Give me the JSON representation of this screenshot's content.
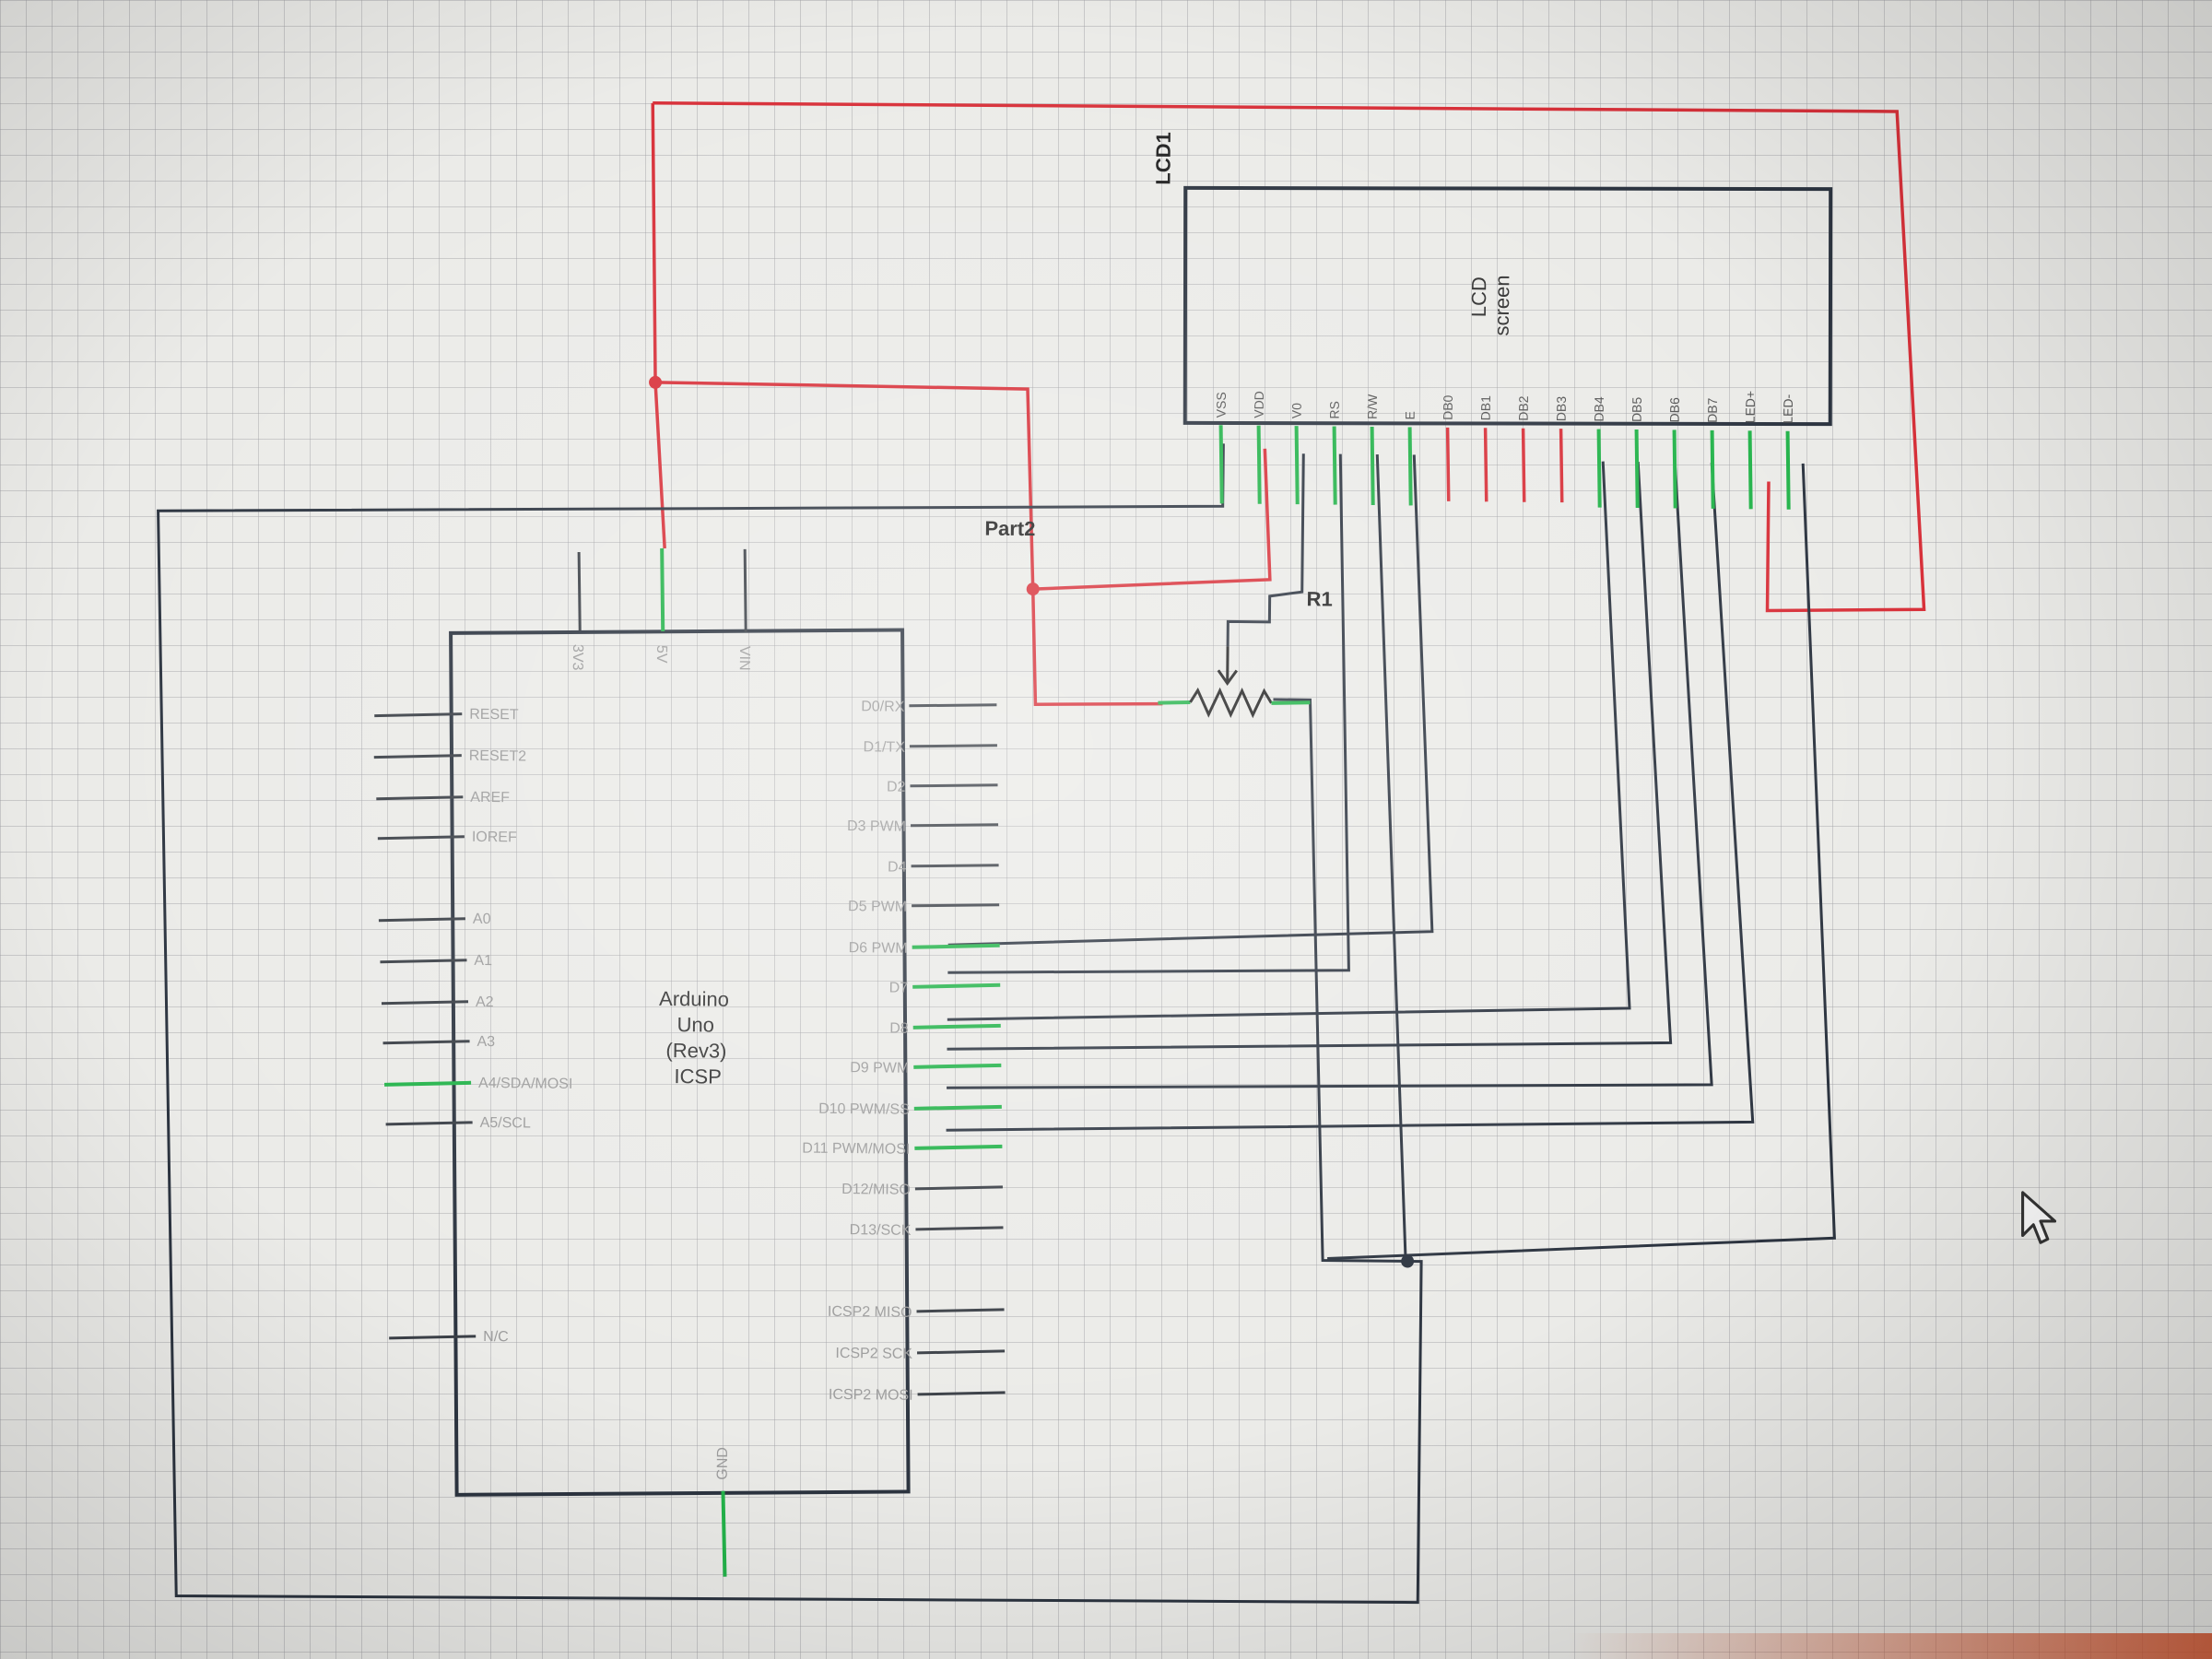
{
  "arduino": {
    "name": "Part2",
    "title_lines": [
      "Arduino",
      "Uno",
      "(Rev3)",
      "ICSP"
    ],
    "top_pins": [
      "3V3",
      "5V",
      "VIN"
    ],
    "left_pins": [
      "RESET",
      "RESET2",
      "AREF",
      "IOREF",
      "A0",
      "A1",
      "A2",
      "A3",
      "A4/SDA/MOSI",
      "A5/SCL",
      "N/C"
    ],
    "right_pins": [
      "D0/RX",
      "D1/TX",
      "D2",
      "D3 PWM",
      "D4",
      "D5 PWM",
      "D6 PWM",
      "D7",
      "D8",
      "D9 PWM",
      "D10 PWM/SS",
      "D11 PWM/MOSI",
      "D12/MISO",
      "D13/SCK",
      "ICSP2 MISO",
      "ICSP2 SCK",
      "ICSP2 MOSI"
    ],
    "bottom_pin": "GND"
  },
  "lcd": {
    "name": "LCD1",
    "title_lines": [
      "LCD",
      "screen"
    ],
    "pins": [
      "VSS",
      "VDD",
      "V0",
      "RS",
      "R/W",
      "E",
      "DB0",
      "DB1",
      "DB2",
      "DB3",
      "DB4",
      "DB5",
      "DB6",
      "DB7",
      "LED+",
      "LED-"
    ]
  },
  "resistor": {
    "name": "R1"
  },
  "colors": {
    "background": "#ebebe8",
    "wire": "#2c3440",
    "power_wire": "#d8313a",
    "connected_pin": "#23b34a",
    "unconnected_pin": "#d8313a"
  }
}
